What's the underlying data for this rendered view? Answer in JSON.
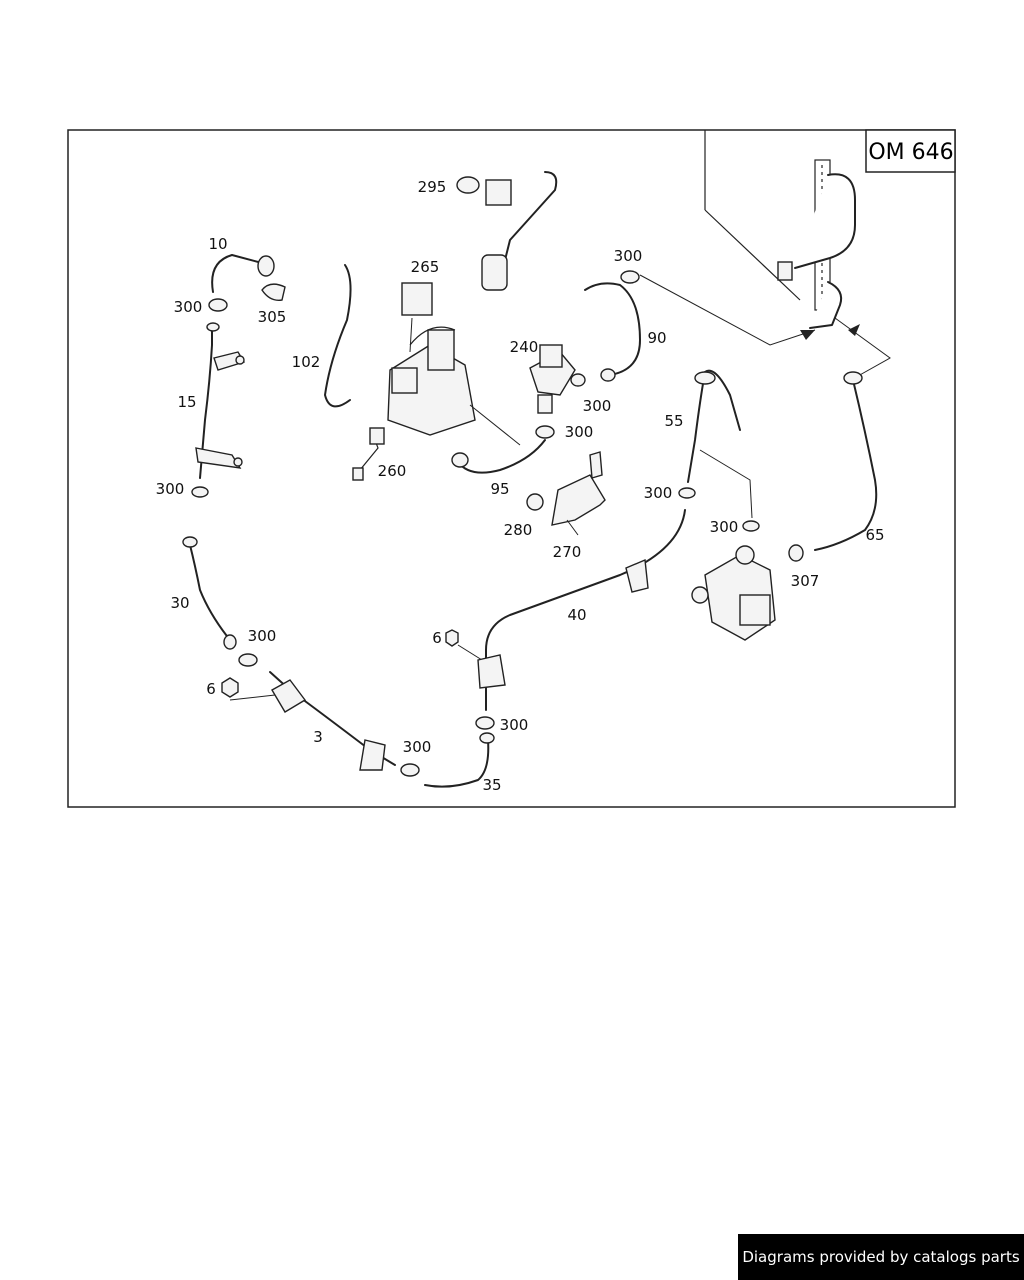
{
  "diagram": {
    "variant_label": "OM 646",
    "part_labels": [
      "10",
      "305",
      "300",
      "15",
      "300",
      "30",
      "300",
      "6",
      "3",
      "300",
      "35",
      "102",
      "265",
      "260",
      "295",
      "95",
      "280",
      "270",
      "240",
      "300",
      "300",
      "90",
      "300",
      "55",
      "300",
      "300",
      "6",
      "40",
      "300",
      "307",
      "65"
    ]
  },
  "footer": {
    "credit": "Diagrams provided by catalogs parts"
  }
}
